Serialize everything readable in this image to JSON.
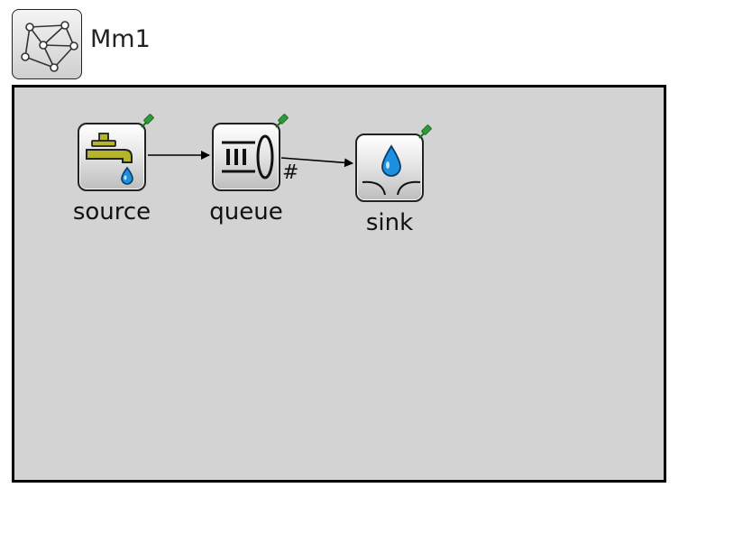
{
  "network": {
    "name": "Mm1",
    "icon": "network-graph-icon"
  },
  "modules": [
    {
      "name": "source",
      "icon": "faucet-source-icon"
    },
    {
      "name": "queue",
      "icon": "queue-buffer-icon"
    },
    {
      "name": "sink",
      "icon": "water-drop-sink-icon"
    }
  ],
  "connections": [
    {
      "from": "source",
      "to": "queue",
      "label": ""
    },
    {
      "from": "queue",
      "to": "sink",
      "label": "#"
    }
  ],
  "colors": {
    "canvas_background": "#d3d3d3",
    "canvas_border": "#000000",
    "pin_green": "#2e9b3a",
    "water_blue": "#1e90e0",
    "faucet_olive": "#b5b52a"
  }
}
